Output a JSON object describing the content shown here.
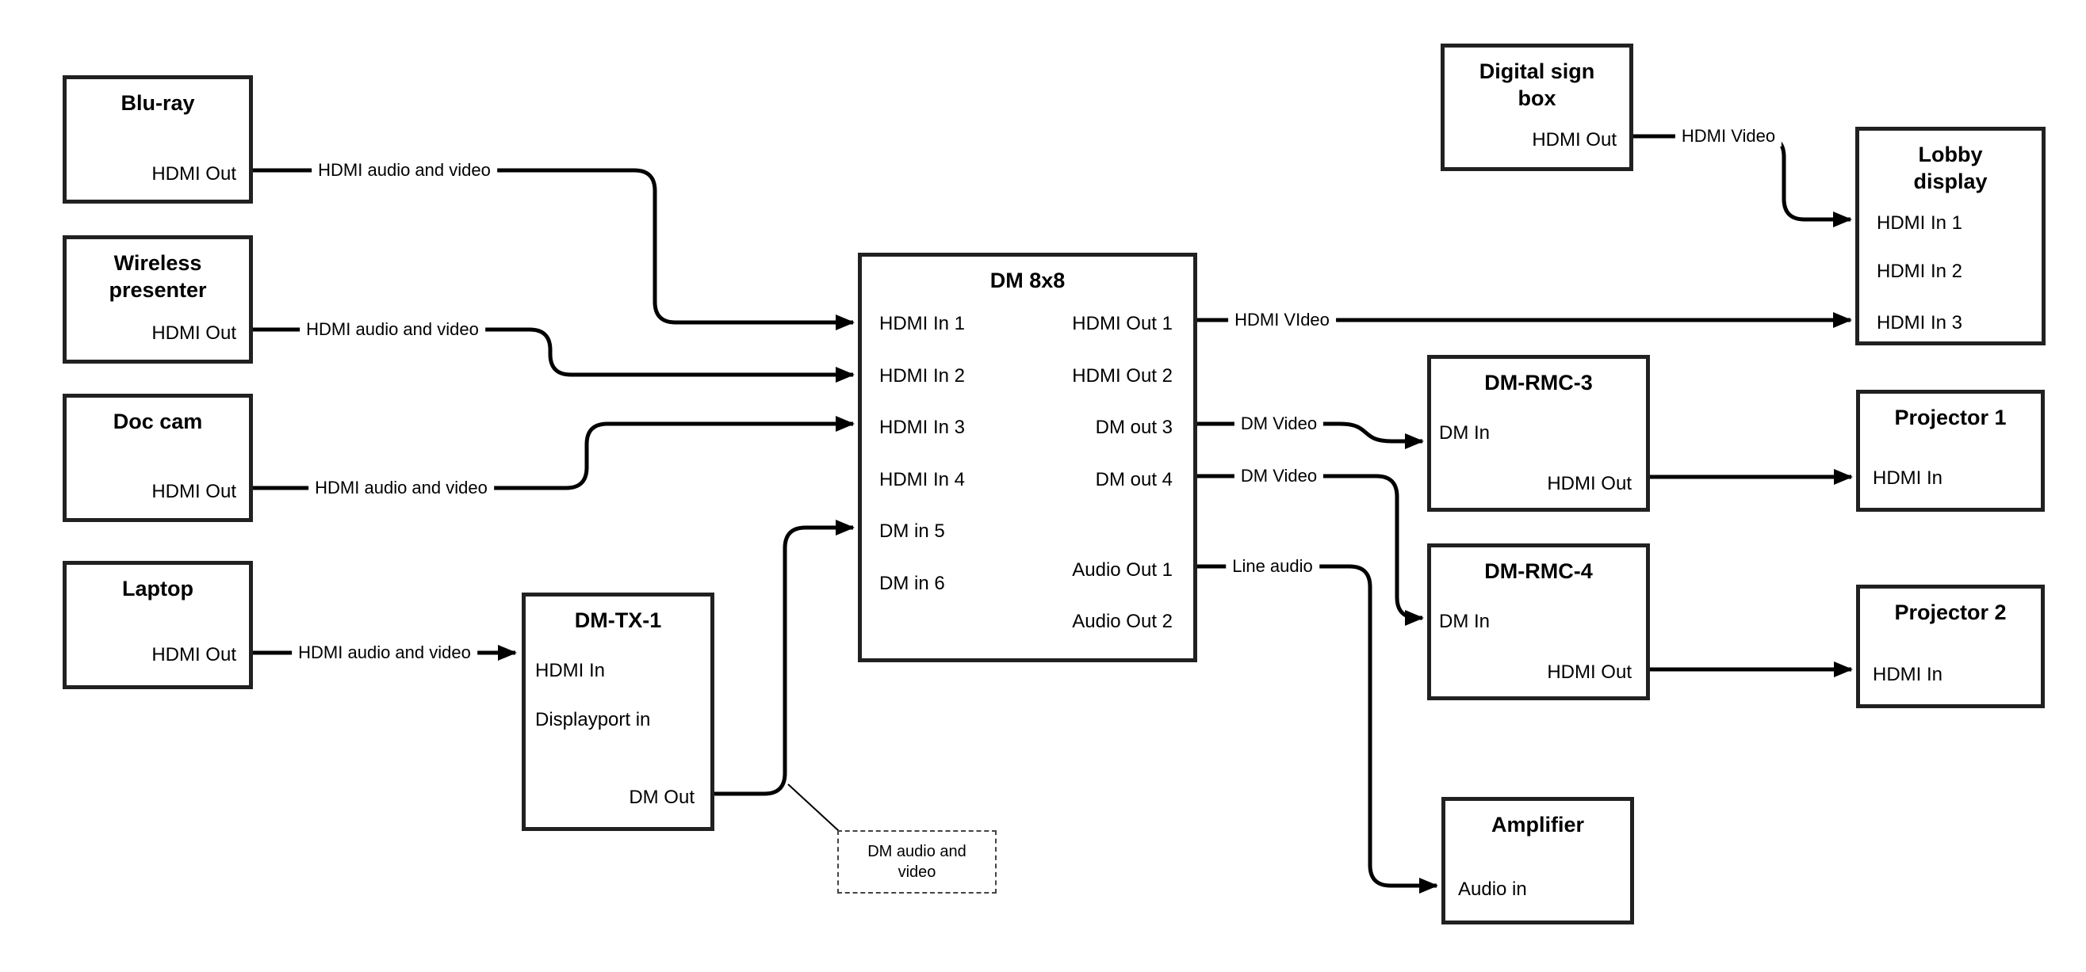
{
  "boxes": {
    "bluray": {
      "title": "Blu-ray",
      "port_out": "HDMI Out"
    },
    "wireless": {
      "title": "Wireless presenter",
      "port_out": "HDMI Out"
    },
    "doccam": {
      "title": "Doc cam",
      "port_out": "HDMI Out"
    },
    "laptop": {
      "title": "Laptop",
      "port_out": "HDMI Out"
    },
    "dmtx1": {
      "title": "DM-TX-1",
      "port_hdmi_in": "HDMI In",
      "port_dp_in": "Displayport in",
      "port_dm_out": "DM Out"
    },
    "dm8x8": {
      "title": "DM 8x8",
      "inputs": [
        "HDMI In 1",
        "HDMI In 2",
        "HDMI In 3",
        "HDMI In 4",
        "DM in 5",
        "DM in 6"
      ],
      "outputs": [
        "HDMI Out 1",
        "HDMI Out 2",
        "DM out 3",
        "DM out 4",
        "Audio Out 1",
        "Audio Out 2"
      ]
    },
    "digitalsign": {
      "title": "Digital sign box",
      "port_out": "HDMI Out"
    },
    "lobby": {
      "title": "Lobby display",
      "inputs": [
        "HDMI In 1",
        "HDMI In 2",
        "HDMI In 3"
      ]
    },
    "dmrmc3": {
      "title": "DM-RMC-3",
      "port_dm_in": "DM In",
      "port_hdmi_out": "HDMI Out"
    },
    "proj1": {
      "title": "Projector 1",
      "port_in": "HDMI In"
    },
    "dmrmc4": {
      "title": "DM-RMC-4",
      "port_dm_in": "DM In",
      "port_hdmi_out": "HDMI Out"
    },
    "proj2": {
      "title": "Projector 2",
      "port_in": "HDMI In"
    },
    "amplifier": {
      "title": "Amplifier",
      "port_in": "Audio in"
    }
  },
  "wire_labels": {
    "bluray_to_dm8x8": "HDMI audio and video",
    "wireless_to_dm8x8": "HDMI audio and video",
    "doccam_to_dm8x8": "HDMI audio and video",
    "laptop_to_dmtx1": "HDMI audio and video",
    "hdmi_out1_to_lobby": "HDMI VIdeo",
    "dm_out3_to_dmrmc3": "DM Video",
    "dm_out4_to_dmrmc4": "DM Video",
    "audio_out1_to_amp": "Line audio",
    "digitalsign_to_lobby": "HDMI Video"
  },
  "note": {
    "text": "DM audio and video"
  },
  "colors": {
    "background": "#ffffff",
    "box_border": "#212121",
    "wire": "#000000",
    "text": "#000000"
  }
}
